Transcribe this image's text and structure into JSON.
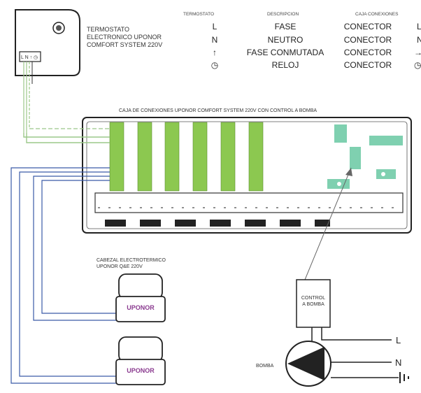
{
  "thermostat": {
    "label_lines": [
      "TERMOSTATO",
      "ELECTRONICO UPONOR",
      "COMFORT SYSTEM 220V"
    ],
    "terminals": "L N ↑ ◷"
  },
  "table": {
    "headers": [
      "TERMOSTATO",
      "DESCRIPCION",
      "CAJA CONEXIONES"
    ],
    "rows": [
      {
        "symbol": "L",
        "desc": "FASE",
        "conn": "CONECTOR",
        "end": "L"
      },
      {
        "symbol": "N",
        "desc": "NEUTRO",
        "conn": "CONECTOR",
        "end": "N"
      },
      {
        "symbol": "↑",
        "desc": "FASE CONMUTADA",
        "conn": "CONECTOR",
        "end": "→"
      },
      {
        "symbol": "◷",
        "desc": "RELOJ",
        "conn": "CONECTOR",
        "end": "◷"
      }
    ]
  },
  "box": {
    "title": "CAJA DE CONEXIONES UPONOR COMFORT SYSTEM 220V CON CONTROL A BOMBA"
  },
  "actuator": {
    "label_lines": [
      "CABEZAL ELECTROTERMICO",
      "UPONOR Q&E 220V"
    ],
    "brand": "UPONOR"
  },
  "pump_control": {
    "label_lines": [
      "CONTROL",
      "A BOMBA"
    ]
  },
  "pump": {
    "label": "BOMBA",
    "lines": [
      "L",
      "N"
    ]
  },
  "colors": {
    "green": "#8cc850",
    "teal": "#7fd0b0",
    "wire_blue": "#3a5aa8",
    "wire_green": "#9cc88a",
    "brand": "#8a3a8f"
  }
}
